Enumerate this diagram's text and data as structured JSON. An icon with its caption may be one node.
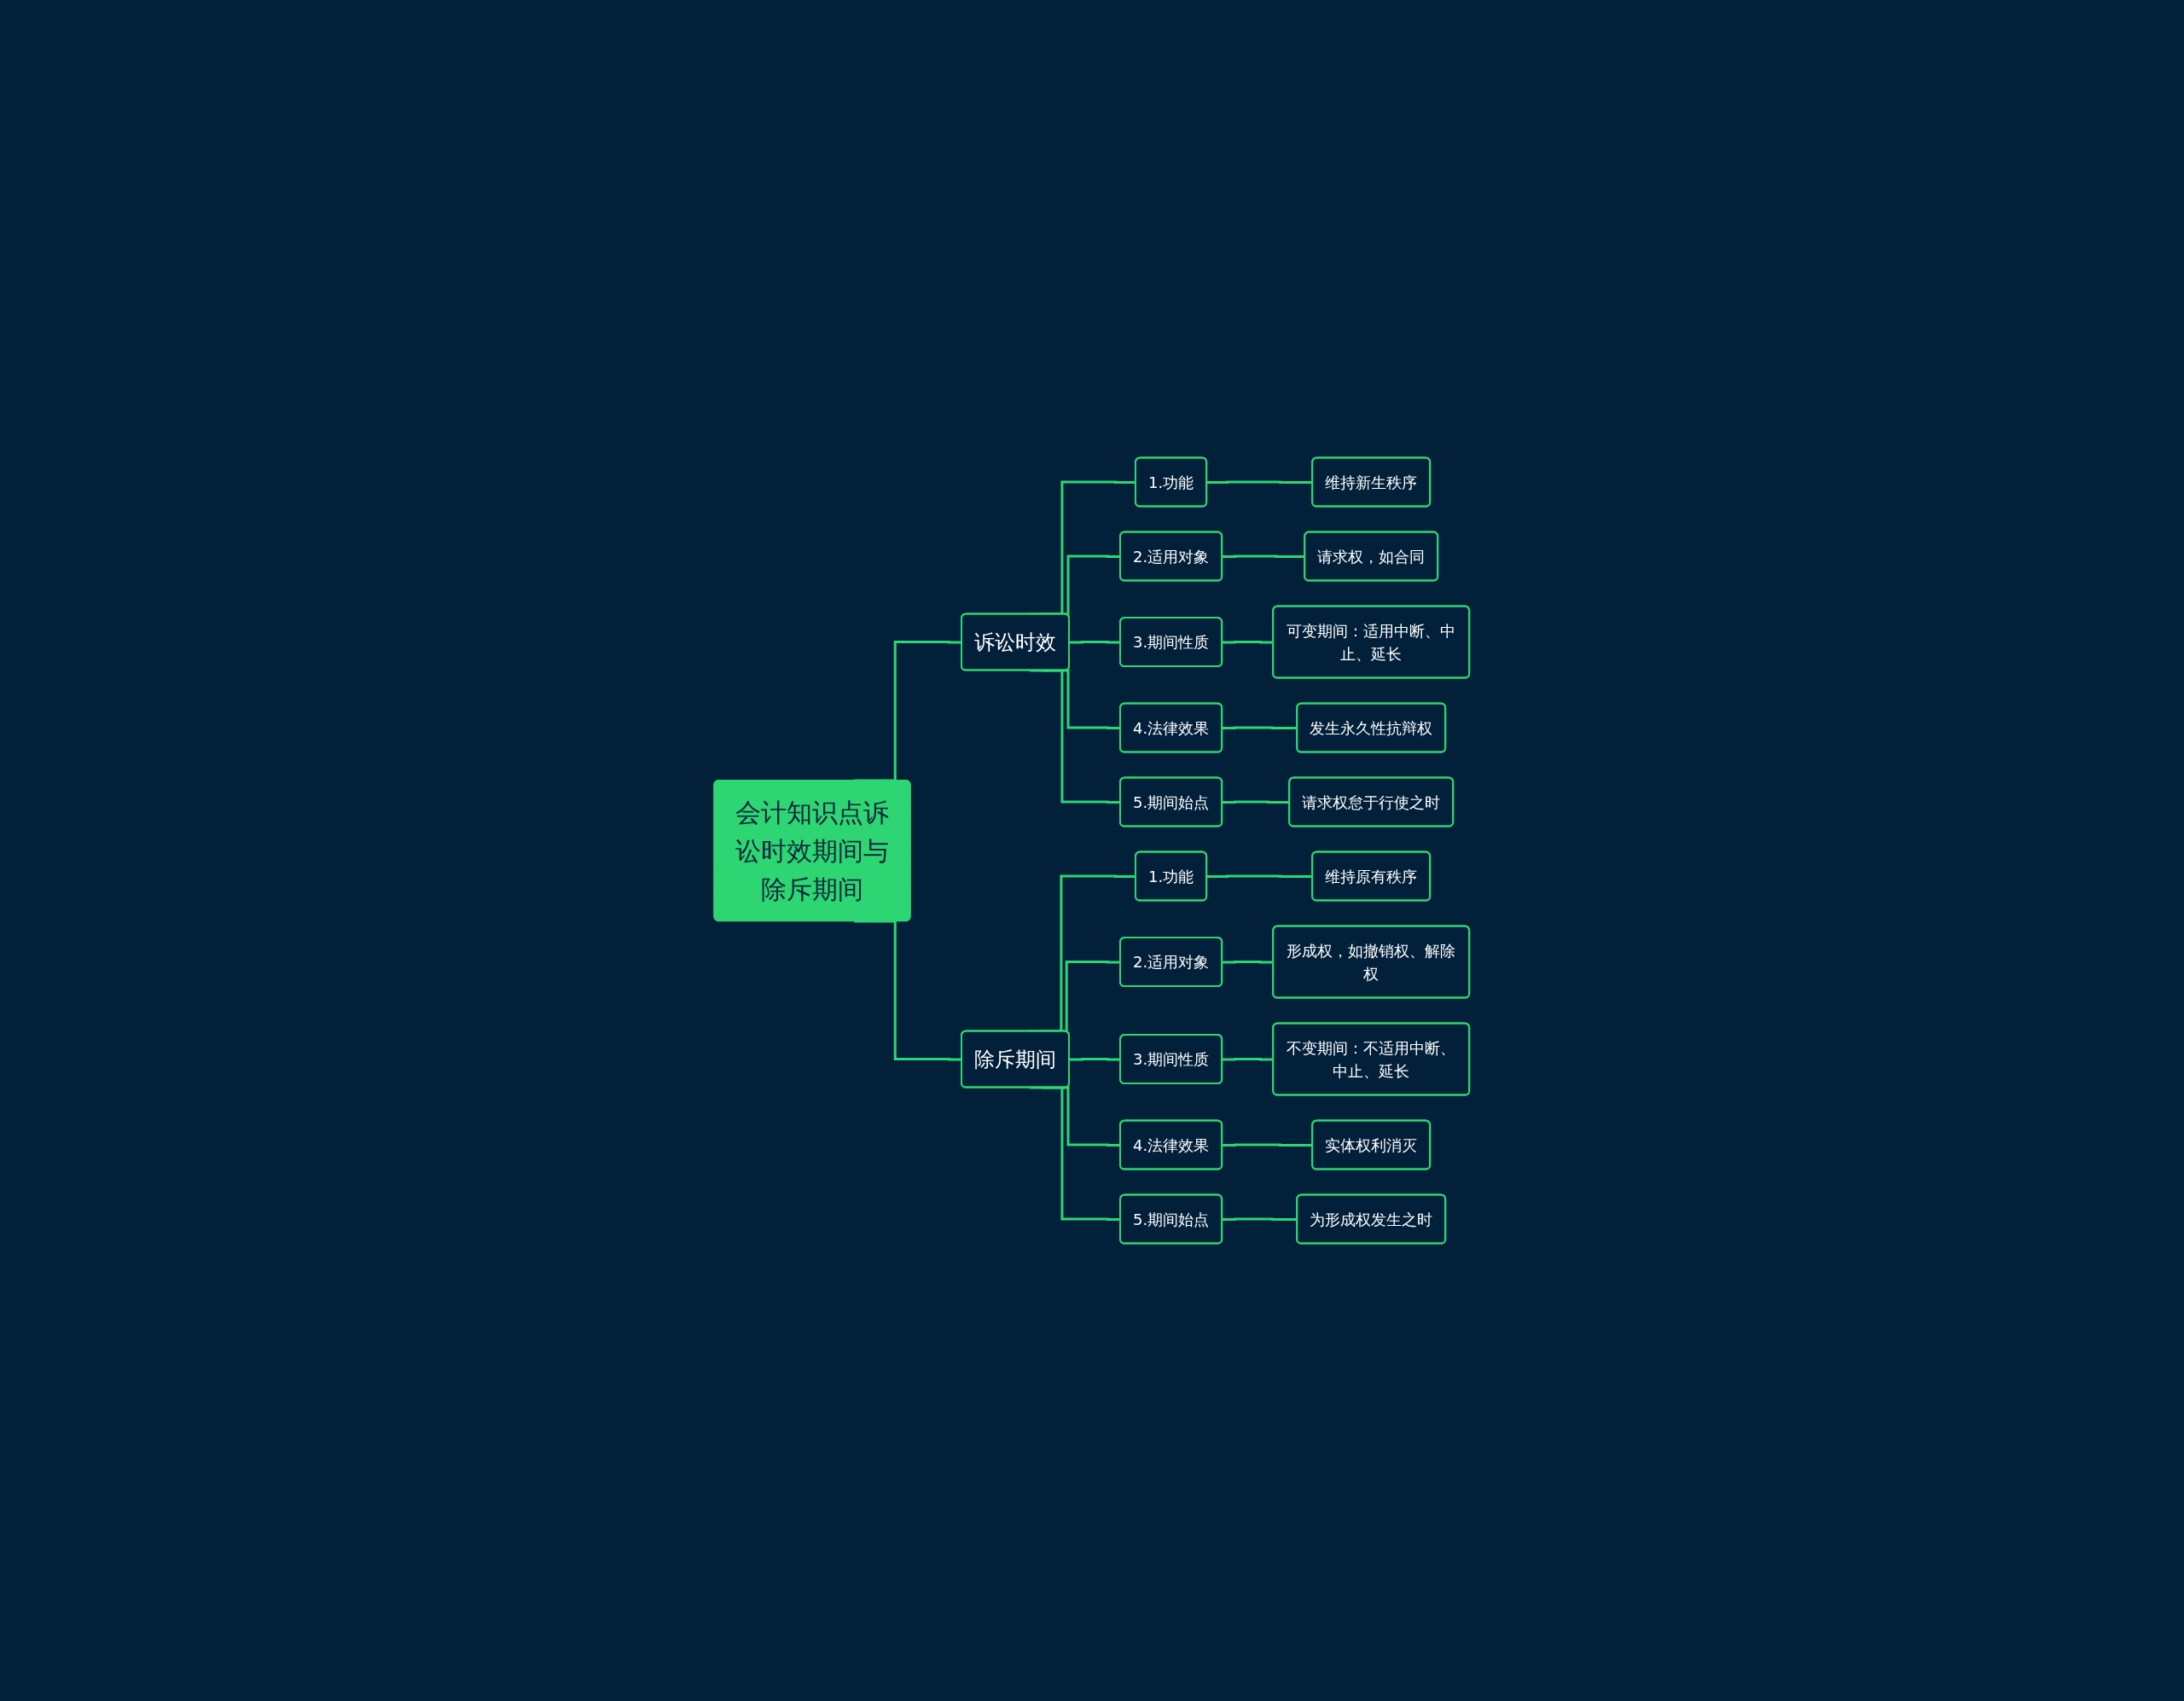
{
  "diagram": {
    "nodes": [
      {
        "text": [
          "会计知识点诉讼时效期间与除斥期间"
        ]
      },
      {
        "text": [
          "诉讼时效"
        ]
      },
      {
        "text": [
          "1.功能"
        ]
      },
      {
        "text": [
          "维持新生秩序"
        ]
      },
      {
        "text": [
          "2.适用对象"
        ]
      },
      {
        "text": [
          "请求权，如合同"
        ]
      },
      {
        "text": [
          "3.期间性质"
        ]
      },
      {
        "text": [
          "可变期间：适用中断、中止、延长"
        ]
      },
      {
        "text": [
          "4.法律效果"
        ]
      },
      {
        "text": [
          "发生永久性抗辩权"
        ]
      },
      {
        "text": [
          "5.期间始点"
        ]
      },
      {
        "text": [
          "请求权怠于行使之时"
        ]
      },
      {
        "text": [
          "除斥期间"
        ]
      },
      {
        "text": [
          "1.功能"
        ]
      },
      {
        "text": [
          "维持原有秩序"
        ]
      },
      {
        "text": [
          "2.适用对象"
        ]
      },
      {
        "text": [
          "形成权，如撤销权、解除权"
        ]
      },
      {
        "text": [
          "3.期间性质"
        ]
      },
      {
        "text": [
          "不变期间：不适用中断、中止、延长"
        ]
      },
      {
        "text": [
          "4.法律效果"
        ]
      },
      {
        "text": [
          "实体权利消灭"
        ]
      },
      {
        "text": [
          "5.期间始点"
        ]
      },
      {
        "text": [
          "为形成权发生之时"
        ]
      }
    ],
    "edges": [
      {
        "from": 0,
        "to": 1,
        "arrow": "none"
      },
      {
        "from": 1,
        "to": 2,
        "arrow": "none"
      },
      {
        "from": 2,
        "to": 3,
        "arrow": "none"
      },
      {
        "from": 1,
        "to": 4,
        "arrow": "none"
      },
      {
        "from": 4,
        "to": 5,
        "arrow": "none"
      },
      {
        "from": 1,
        "to": 6,
        "arrow": "none"
      },
      {
        "from": 6,
        "to": 7,
        "arrow": "none"
      },
      {
        "from": 1,
        "to": 8,
        "arrow": "none"
      },
      {
        "from": 8,
        "to": 9,
        "arrow": "none"
      },
      {
        "from": 1,
        "to": 10,
        "arrow": "none"
      },
      {
        "from": 10,
        "to": 11,
        "arrow": "none"
      },
      {
        "from": 0,
        "to": 12,
        "arrow": "none"
      },
      {
        "from": 12,
        "to": 13,
        "arrow": "none"
      },
      {
        "from": 13,
        "to": 14,
        "arrow": "none"
      },
      {
        "from": 12,
        "to": 15,
        "arrow": "none"
      },
      {
        "from": 15,
        "to": 16,
        "arrow": "none"
      },
      {
        "from": 12,
        "to": 17,
        "arrow": "none"
      },
      {
        "from": 17,
        "to": 18,
        "arrow": "none"
      },
      {
        "from": 12,
        "to": 19,
        "arrow": "none"
      },
      {
        "from": 19,
        "to": 20,
        "arrow": "none"
      },
      {
        "from": 12,
        "to": 21,
        "arrow": "none"
      },
      {
        "from": 21,
        "to": 22,
        "arrow": "none"
      }
    ]
  }
}
